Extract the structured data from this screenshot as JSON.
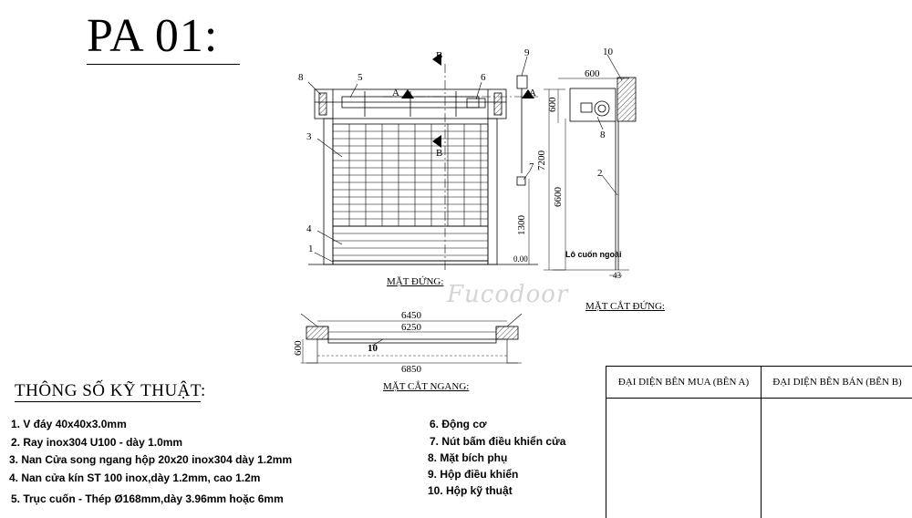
{
  "title": "PA 01:",
  "watermark": "Fucodoor",
  "views": {
    "elevation_label": "MẶT ĐỨNG:",
    "section_vertical_label": "MẶT CẮT ĐỨNG:",
    "section_horizontal_label": "MẶT CẮT NGANG:"
  },
  "callouts": [
    "1",
    "2",
    "3",
    "4",
    "5",
    "6",
    "7",
    "8",
    "9",
    "10"
  ],
  "section_marks": {
    "a": "A",
    "b": "B"
  },
  "dimensions": {
    "total_height": "7200",
    "opening_height": "6600",
    "box_height": "600",
    "box_depth": "600",
    "button_height": "1300",
    "floor_level": "0.00",
    "rail_offset": "43",
    "width_outer": "6450",
    "width_clear": "6250",
    "width_wall": "6850",
    "wall_depth": "600"
  },
  "notes": {
    "roll_label": "Lô cuốn ngoài"
  },
  "spec_title": "THÔNG SỐ KỸ THUẬT:",
  "specs_left": [
    "1. V đáy 40x40x3.0mm",
    "2. Ray inox304 U100 - dày 1.0mm",
    "3. Nan Cửa song ngang hộp 20x20 inox304 dày 1.2mm",
    "4. Nan cửa kín ST 100 inox,dày 1.2mm, cao 1.2m",
    "5. Trục cuốn - Thép Ø168mm,dày 3.96mm hoặc 6mm"
  ],
  "specs_right": [
    "6. Động cơ",
    "7. Nút bấm điều khiển cửa",
    "8. Mặt bích phụ",
    "9. Hộp điều khiển",
    "10. Hộp kỹ thuật"
  ],
  "signatures": {
    "buyer": "ĐẠI DIỆN BÊN MUA (BÊN A)",
    "seller": "ĐẠI DIỆN BÊN BÁN (BÊN B)"
  }
}
